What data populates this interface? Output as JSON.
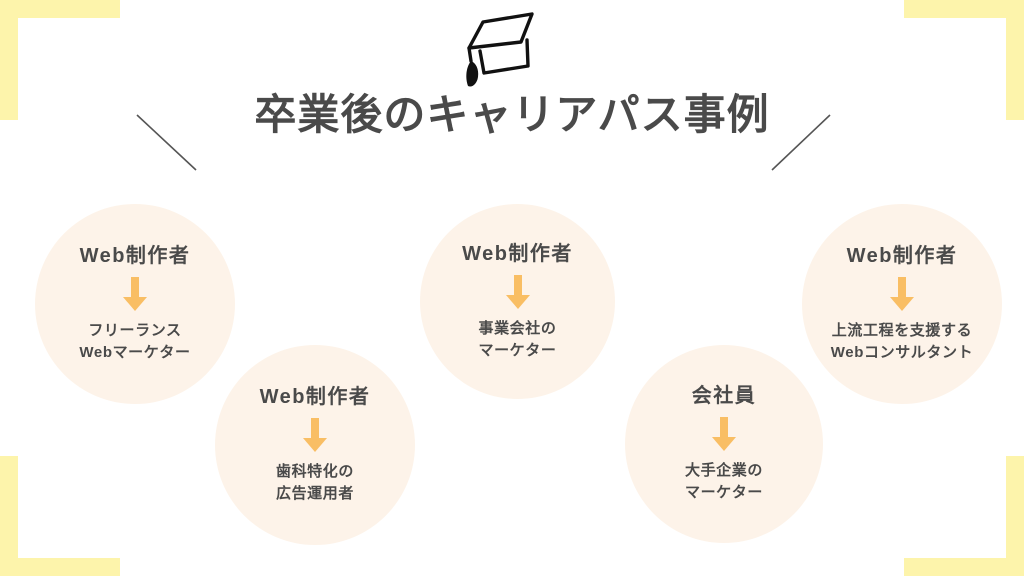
{
  "header": {
    "title": "卒業後のキャリアパス事例",
    "icon": "graduation-cap-icon"
  },
  "theme": {
    "background": "#ffffff",
    "corner_accent": "#fdf4ab",
    "circle_fill": "#fdf3e9",
    "arrow_color": "#f9be64",
    "text_color": "#4a4a4a"
  },
  "career_paths": [
    {
      "from": "Web制作者",
      "to_line1": "フリーランス",
      "to_line2": "Webマーケター",
      "arrow": "arrow-down-icon"
    },
    {
      "from": "Web制作者",
      "to_line1": "歯科特化の",
      "to_line2": "広告運用者",
      "arrow": "arrow-down-icon"
    },
    {
      "from": "Web制作者",
      "to_line1": "事業会社の",
      "to_line2": "マーケター",
      "arrow": "arrow-down-icon"
    },
    {
      "from": "会社員",
      "to_line1": "大手企業の",
      "to_line2": "マーケター",
      "arrow": "arrow-down-icon"
    },
    {
      "from": "Web制作者",
      "to_line1": "上流工程を支援する",
      "to_line2": "Webコンサルタント",
      "arrow": "arrow-down-icon"
    }
  ]
}
